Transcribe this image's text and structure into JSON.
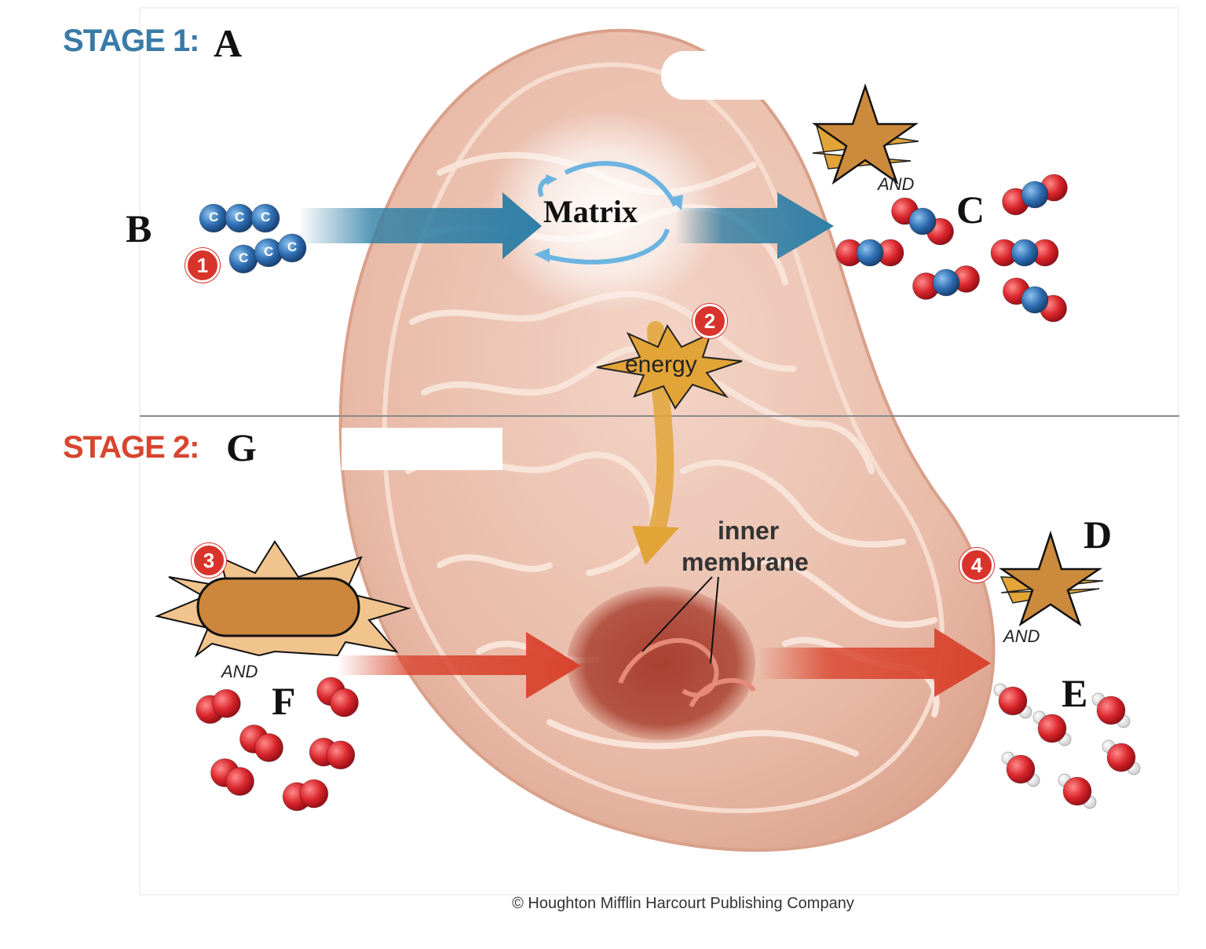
{
  "stage1": {
    "label": "STAGE 1:",
    "letter": "A",
    "color": "#3a7aa8"
  },
  "stage2": {
    "label": "STAGE 2:",
    "letter": "G",
    "color": "#d8452f"
  },
  "letters": {
    "b": "B",
    "c": "C",
    "d": "D",
    "e": "E",
    "f": "F"
  },
  "markers": [
    "1",
    "2",
    "3",
    "4"
  ],
  "matrix_label": "Matrix",
  "energy_label": "energy",
  "inner_membrane": {
    "line1": "inner",
    "line2": "membrane"
  },
  "and_label": "AND",
  "carbon_label": "C",
  "credit": "© Houghton Mifflin Harcourt Publishing Company",
  "colors": {
    "stage1_arrow": "#2f7fa6",
    "stage2_arrow": "#d9442e",
    "energy": "#e2a437",
    "mitochondrion": "#e7b8a4",
    "oxygen": "#d9262c",
    "carbon": "#2f6fb3"
  }
}
